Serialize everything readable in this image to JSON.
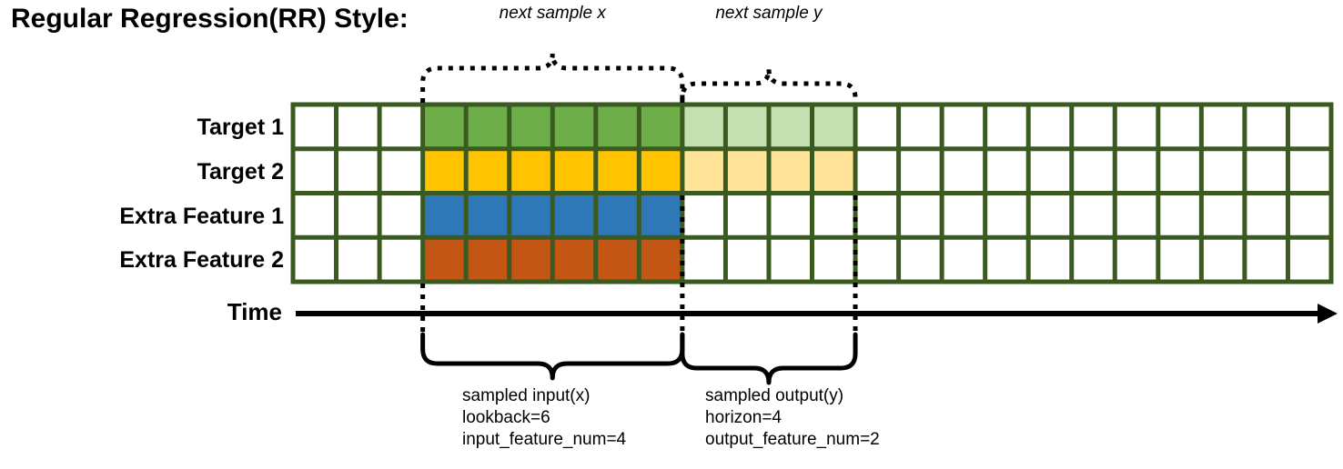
{
  "title": "Regular Regression(RR) Style:",
  "rows": [
    {
      "label": "Target 1",
      "name": "target-1"
    },
    {
      "label": "Target 2",
      "name": "target-2"
    },
    {
      "label": "Extra Feature 1",
      "name": "extra-feature-1"
    },
    {
      "label": "Extra Feature 2",
      "name": "extra-feature-2"
    }
  ],
  "axis": {
    "label": "Time"
  },
  "top_brackets": [
    {
      "label": "next sample x",
      "name": "next-sample-x"
    },
    {
      "label": "next sample y",
      "name": "next-sample-y"
    }
  ],
  "bottom_brackets": [
    {
      "name": "sampled-input",
      "lines": [
        "sampled input(x)",
        "lookback=6",
        "input_feature_num=4"
      ]
    },
    {
      "name": "sampled-output",
      "lines": [
        "sampled output(y)",
        "horizon=4",
        "output_feature_num=2"
      ]
    }
  ],
  "colors": {
    "grid_border": "#3A5A20",
    "cell_empty": "#FFFFFF",
    "target1_strong": "#6DAE4B",
    "target1_faded": "#C5DFB0",
    "target2_strong": "#FFC300",
    "target2_faded": "#FFE49A",
    "feature1": "#2E78B8",
    "feature2": "#C35615",
    "ink": "#000000"
  },
  "grid": {
    "columns": 24,
    "rows": 4,
    "input_start_col": 3,
    "input_end_col": 8,
    "output_start_col": 9,
    "output_end_col": 12,
    "lookback": 6,
    "horizon": 4,
    "input_feature_num": 4,
    "output_feature_num": 2
  },
  "chart_data": {
    "type": "heatmap",
    "title": "Regular Regression(RR) Style:",
    "xlabel": "Time",
    "categories": [
      "Target 1",
      "Target 2",
      "Extra Feature 1",
      "Extra Feature 2"
    ],
    "columns": 24,
    "cells": [
      [
        "empty",
        "empty",
        "empty",
        "target1_strong",
        "target1_strong",
        "target1_strong",
        "target1_strong",
        "target1_strong",
        "target1_strong",
        "target1_faded",
        "target1_faded",
        "target1_faded",
        "target1_faded",
        "empty",
        "empty",
        "empty",
        "empty",
        "empty",
        "empty",
        "empty",
        "empty",
        "empty",
        "empty",
        "empty"
      ],
      [
        "empty",
        "empty",
        "empty",
        "target2_strong",
        "target2_strong",
        "target2_strong",
        "target2_strong",
        "target2_strong",
        "target2_strong",
        "target2_faded",
        "target2_faded",
        "target2_faded",
        "target2_faded",
        "empty",
        "empty",
        "empty",
        "empty",
        "empty",
        "empty",
        "empty",
        "empty",
        "empty",
        "empty",
        "empty"
      ],
      [
        "empty",
        "empty",
        "empty",
        "feature1",
        "feature1",
        "feature1",
        "feature1",
        "feature1",
        "feature1",
        "empty",
        "empty",
        "empty",
        "empty",
        "empty",
        "empty",
        "empty",
        "empty",
        "empty",
        "empty",
        "empty",
        "empty",
        "empty",
        "empty",
        "empty"
      ],
      [
        "empty",
        "empty",
        "empty",
        "feature2",
        "feature2",
        "feature2",
        "feature2",
        "feature2",
        "feature2",
        "empty",
        "empty",
        "empty",
        "empty",
        "empty",
        "empty",
        "empty",
        "empty",
        "empty",
        "empty",
        "empty",
        "empty",
        "empty",
        "empty",
        "empty"
      ]
    ],
    "legend": [
      "sampled input(x)",
      "sampled output(y)"
    ]
  }
}
